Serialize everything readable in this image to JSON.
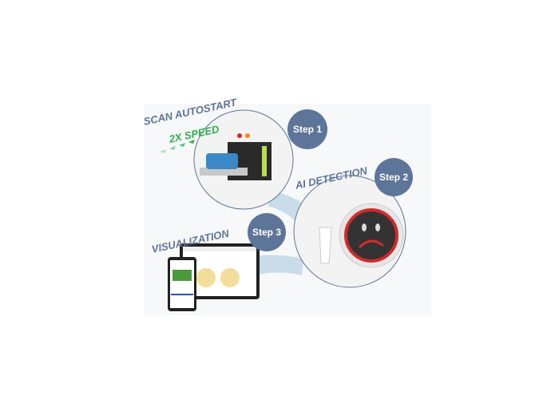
{
  "labels": {
    "scan_autostart": "SCAN AUTOSTART",
    "speed": "2X SPEED",
    "ai_detection": "AI DETECTION",
    "visualization": "VISUALIZATION"
  },
  "steps": [
    "Step 1",
    "Step 2",
    "Step 3"
  ],
  "colors": {
    "badge": "#5d7598",
    "label": "#5d7598",
    "speed": "#2fae4e",
    "band": "#c9dcea",
    "alarm": "#d22a2a"
  }
}
